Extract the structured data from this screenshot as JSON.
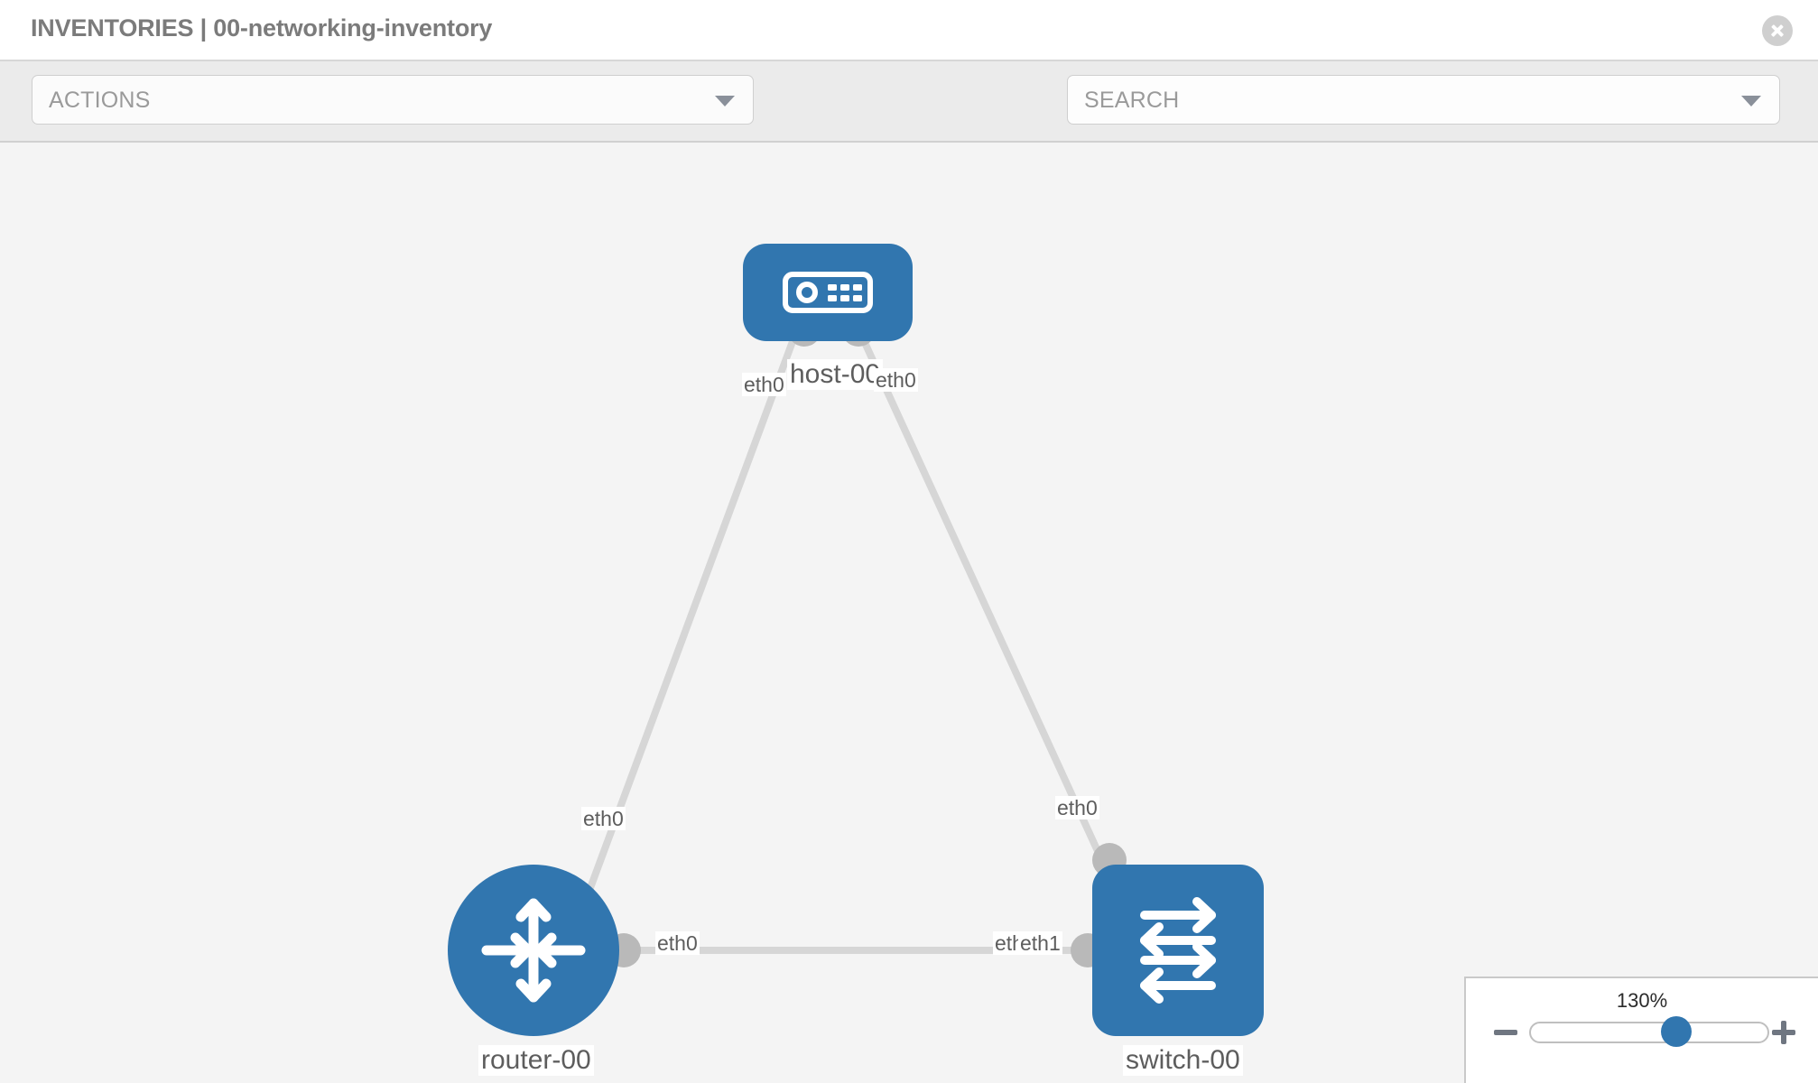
{
  "header": {
    "title": "INVENTORIES | 00-networking-inventory",
    "close_icon": "close-icon"
  },
  "toolbar": {
    "actions_label": "ACTIONS",
    "actions_caret_icon": "chevron-down-icon",
    "wrench_icon": "wrench-icon",
    "key_icon": "key-icon",
    "search_placeholder": "SEARCH",
    "search_caret_icon": "chevron-down-icon"
  },
  "topology": {
    "nodes": [
      {
        "id": "host-00",
        "label": "host-00",
        "type": "host",
        "icon": "server-icon",
        "color": "#3176af"
      },
      {
        "id": "router-00",
        "label": "router-00",
        "type": "router",
        "icon": "router-arrows-icon",
        "color": "#3176af"
      },
      {
        "id": "switch-00",
        "label": "switch-00",
        "type": "switch",
        "icon": "switch-arrows-icon",
        "color": "#3176af"
      }
    ],
    "interface_labels": [
      {
        "id": "host-left-eth0",
        "text": "eth0"
      },
      {
        "id": "host-right-eth0",
        "text": "eth0"
      },
      {
        "id": "router-up-eth0",
        "text": "eth0"
      },
      {
        "id": "switch-up-eth0",
        "text": "eth0"
      },
      {
        "id": "router-right-eth0",
        "text": "eth0"
      },
      {
        "id": "switch-left-eth0",
        "text": "eth0"
      },
      {
        "id": "switch-left-eth1",
        "text": "eth1"
      }
    ],
    "link_color": "#d6d6d6",
    "endpoint_color": "#b9b9b9",
    "background": "#f4f4f4"
  },
  "zoom": {
    "level": "130%",
    "minus_icon": "minus-icon",
    "plus_icon": "plus-icon",
    "slider_percent": 62
  }
}
